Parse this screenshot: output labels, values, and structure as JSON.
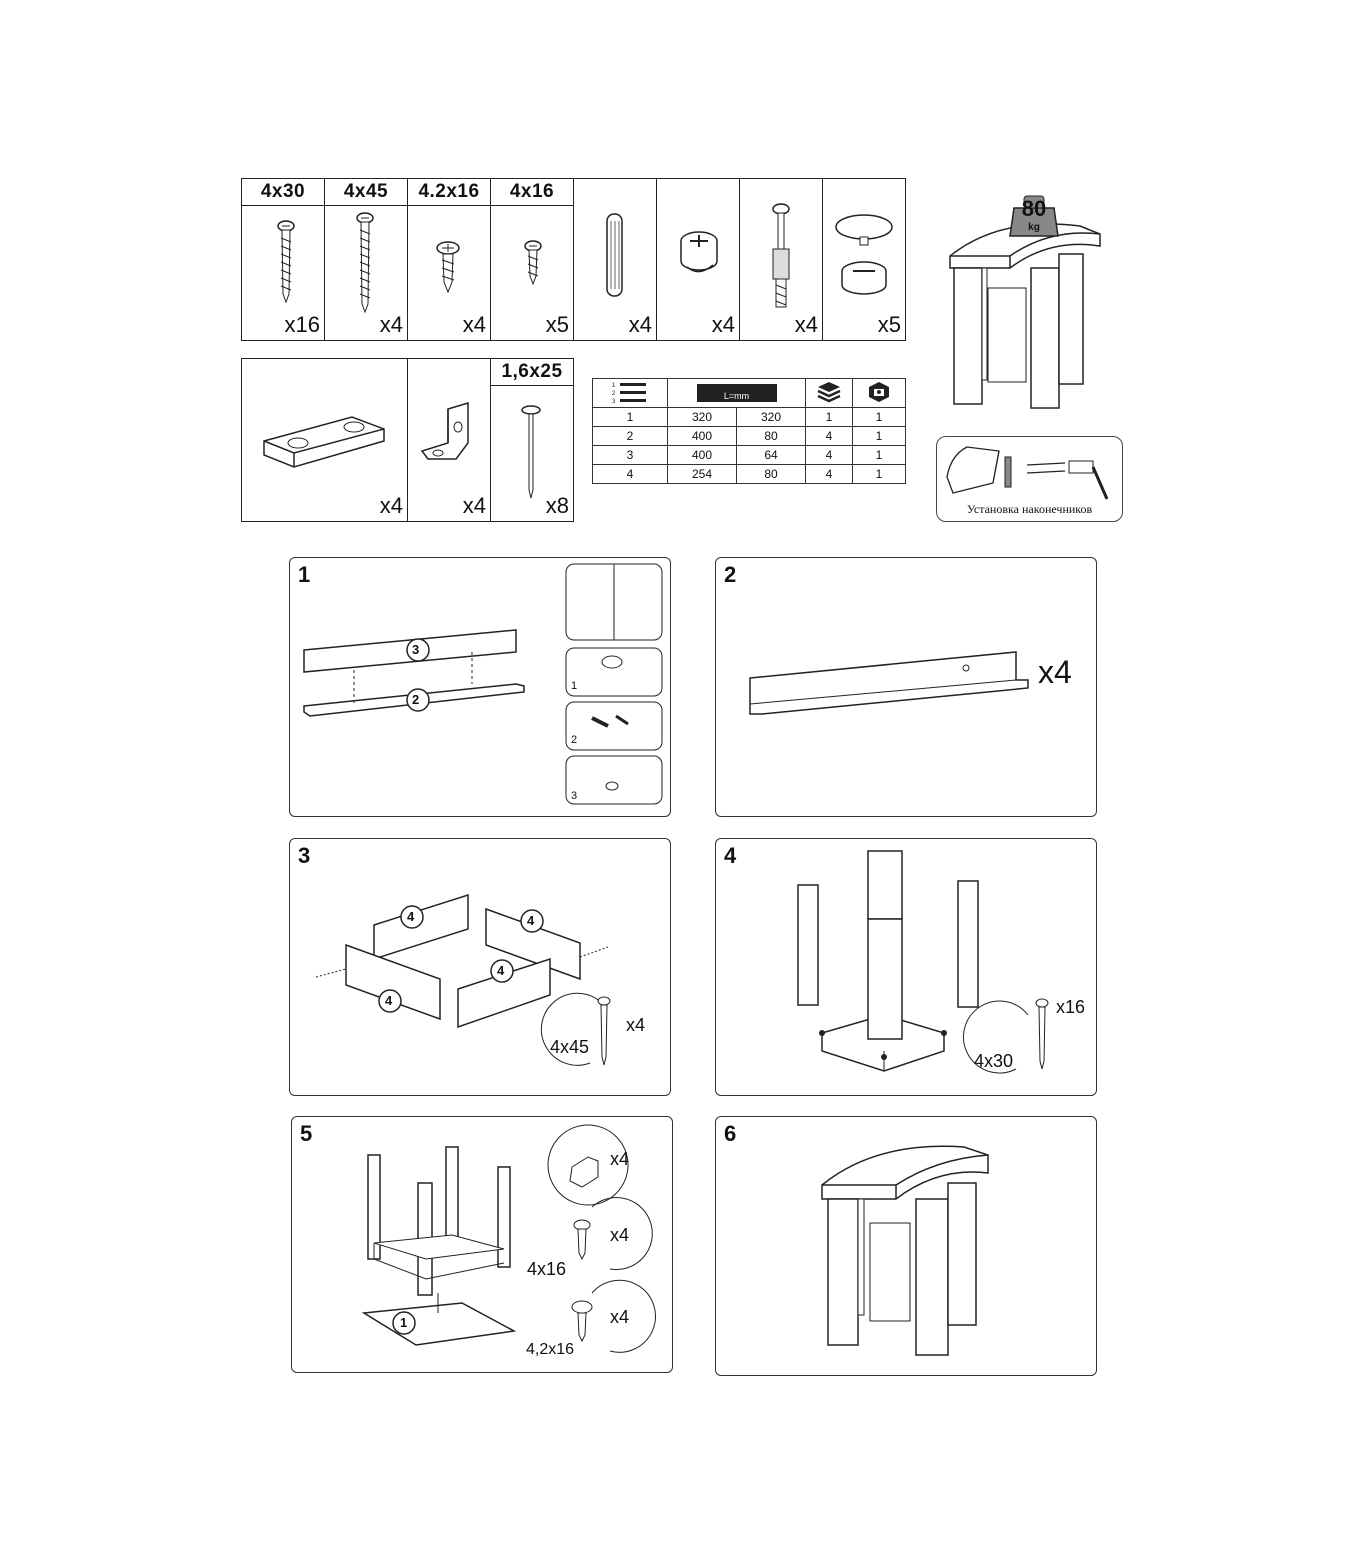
{
  "hardware_top": [
    {
      "header": "4x30",
      "qty": "x16",
      "icon": "screw-long-icon"
    },
    {
      "header": "4x45",
      "qty": "x4",
      "icon": "screw-longer-icon"
    },
    {
      "header": "4.2x16",
      "qty": "x4",
      "icon": "screw-pan-head-icon"
    },
    {
      "header": "4x16",
      "qty": "x5",
      "icon": "screw-short-icon"
    },
    {
      "header": "",
      "qty": "x4",
      "icon": "dowel-icon"
    },
    {
      "header": "",
      "qty": "x4",
      "icon": "cam-lock-icon"
    },
    {
      "header": "",
      "qty": "x4",
      "icon": "cam-bolt-icon"
    },
    {
      "header": "",
      "qty": "x5",
      "icon": "cover-cap-icon"
    }
  ],
  "hardware_bottom": [
    {
      "header": "",
      "qty": "x4",
      "icon": "glide-plate-icon"
    },
    {
      "header": "",
      "qty": "x4",
      "icon": "corner-bracket-icon"
    },
    {
      "header": "1,6x25",
      "qty": "x8",
      "icon": "nail-icon"
    }
  ],
  "parts_table": {
    "ruler_label": "L=mm",
    "rows": [
      [
        "1",
        "320",
        "320",
        "1",
        "1"
      ],
      [
        "2",
        "400",
        "80",
        "4",
        "1"
      ],
      [
        "3",
        "400",
        "64",
        "4",
        "1"
      ],
      [
        "4",
        "254",
        "80",
        "4",
        "1"
      ]
    ]
  },
  "weight": {
    "value": "80",
    "unit": "kg"
  },
  "tip_caption": "Установка наконечников",
  "steps": [
    {
      "num": "1",
      "callouts": [
        "3",
        "2"
      ],
      "sub": [
        "1",
        "2",
        "3"
      ]
    },
    {
      "num": "2",
      "qty": "x4"
    },
    {
      "num": "3",
      "callouts": [
        "4",
        "4",
        "4",
        "4"
      ],
      "screw": "4x45",
      "screw_qty": "x4"
    },
    {
      "num": "4",
      "screw": "4x30",
      "screw_qty": "x16"
    },
    {
      "num": "5",
      "callouts": [
        "1"
      ],
      "hw": [
        {
          "label": "",
          "qty": "x4"
        },
        {
          "label": "4x16",
          "qty": "x4"
        },
        {
          "label": "4,2x16",
          "qty": "x4"
        }
      ]
    },
    {
      "num": "6"
    }
  ]
}
